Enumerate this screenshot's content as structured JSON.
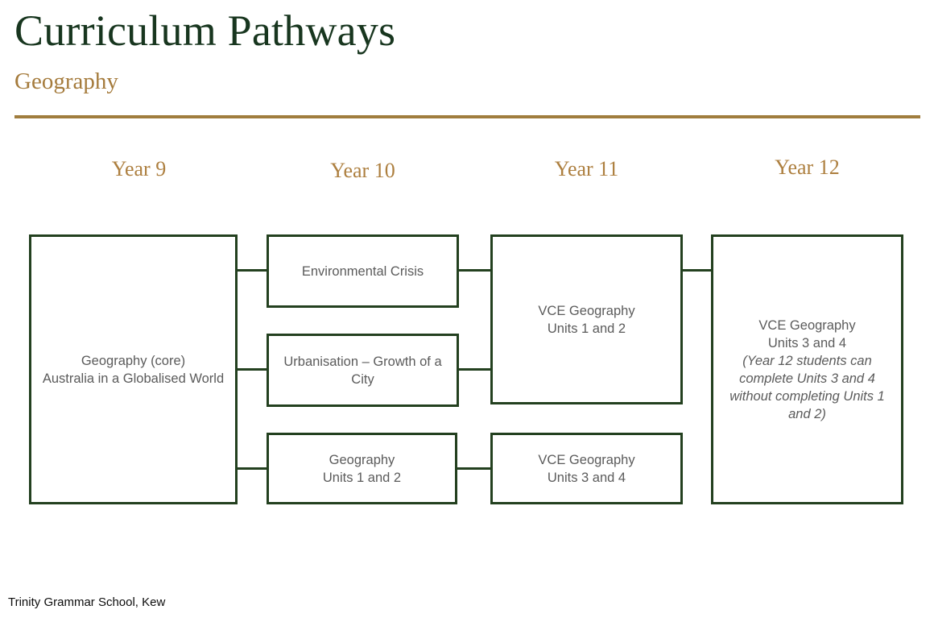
{
  "header": {
    "title": "Curriculum Pathways",
    "subtitle": "Geography",
    "rule_color": "#a07d3e",
    "title_color": "#18361f",
    "subtitle_color": "#a57b3c"
  },
  "theme": {
    "box_border_color": "#23401f",
    "box_text_color": "#5b5b5b",
    "connector_color": "#23401f",
    "year_heading_color": "#ad7f3f",
    "background": "#ffffff"
  },
  "columns": [
    {
      "heading": "Year 9"
    },
    {
      "heading": "Year 10"
    },
    {
      "heading": "Year 11"
    },
    {
      "heading": "Year 12"
    }
  ],
  "boxes": {
    "year9_core": {
      "line1": "Geography (core)",
      "line2": "Australia in a Globalised World"
    },
    "year10_environmental_crisis": {
      "line1": "Environmental Crisis"
    },
    "year10_urbanisation": {
      "line1": "Urbanisation – Growth of a City"
    },
    "year10_geography_units_1_2": {
      "line1": "Geography",
      "line2": "Units 1 and 2"
    },
    "year11_vce_units_1_2": {
      "line1": "VCE Geography",
      "line2": "Units 1 and 2"
    },
    "year11_vce_units_3_4": {
      "line1": "VCE Geography",
      "line2": "Units 3 and 4"
    },
    "year12_vce_units_3_4": {
      "line1": "VCE Geography",
      "line2": "Units 3 and 4",
      "note": "(Year 12 students can complete Units 3 and 4 without completing Units 1 and 2)"
    }
  },
  "footer": {
    "text": "Trinity Grammar School, Kew"
  }
}
